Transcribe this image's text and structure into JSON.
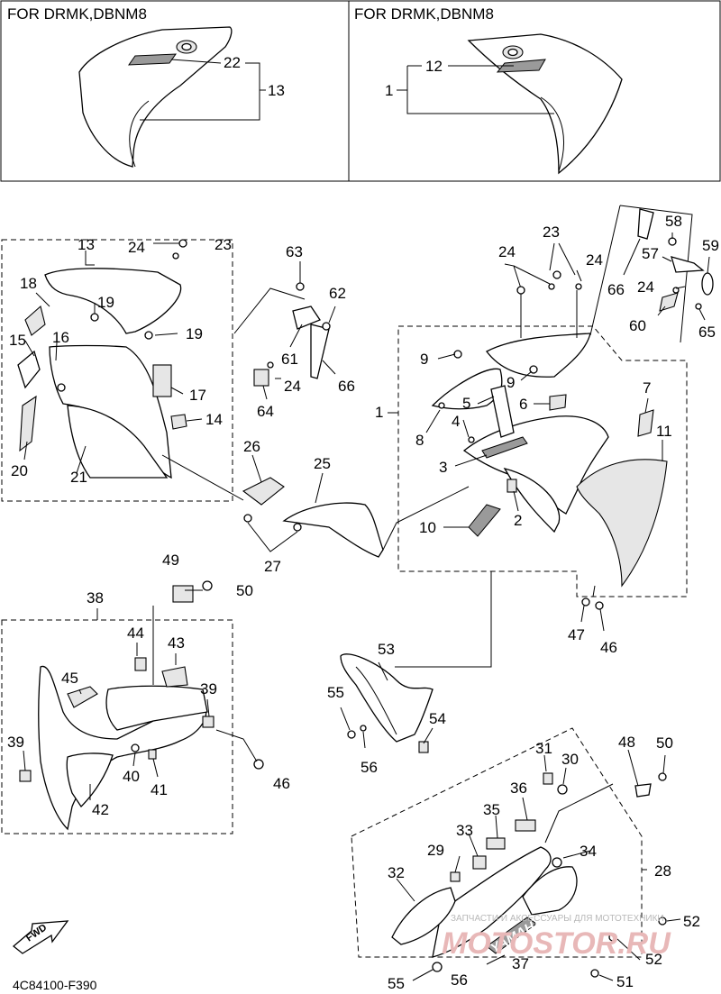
{
  "header": {
    "left_title": "FOR DRMK,DBNM8",
    "right_title": "FOR DRMK,DBNM8"
  },
  "footer": {
    "diagram_code": "4C84100-F390",
    "fwd_label": "FWD"
  },
  "watermark": {
    "small_text": "ЗАПЧАСТИ И АКСЕССУАРЫ ДЛЯ МОТОТЕХНИКИ",
    "logo_text": "MOTOSTOR.RU"
  },
  "brand_decal": "YAMAHA",
  "callouts": [
    {
      "id": "c22",
      "label": "22"
    },
    {
      "id": "c13a",
      "label": "13"
    },
    {
      "id": "c12",
      "label": "12"
    },
    {
      "id": "c1a",
      "label": "1"
    },
    {
      "id": "c13b",
      "label": "13"
    },
    {
      "id": "c24a",
      "label": "24"
    },
    {
      "id": "c23a",
      "label": "23"
    },
    {
      "id": "c63",
      "label": "63"
    },
    {
      "id": "c62",
      "label": "62"
    },
    {
      "id": "c18",
      "label": "18"
    },
    {
      "id": "c19a",
      "label": "19"
    },
    {
      "id": "c19b",
      "label": "19"
    },
    {
      "id": "c15",
      "label": "15"
    },
    {
      "id": "c16",
      "label": "16"
    },
    {
      "id": "c17",
      "label": "17"
    },
    {
      "id": "c14",
      "label": "14"
    },
    {
      "id": "c20",
      "label": "20"
    },
    {
      "id": "c21",
      "label": "21"
    },
    {
      "id": "c61",
      "label": "61"
    },
    {
      "id": "c24b",
      "label": "24"
    },
    {
      "id": "c66a",
      "label": "66"
    },
    {
      "id": "c64",
      "label": "64"
    },
    {
      "id": "c26",
      "label": "26"
    },
    {
      "id": "c25",
      "label": "25"
    },
    {
      "id": "c27",
      "label": "27"
    },
    {
      "id": "c24c",
      "label": "24"
    },
    {
      "id": "c23b",
      "label": "23"
    },
    {
      "id": "c24d",
      "label": "24"
    },
    {
      "id": "c58",
      "label": "58"
    },
    {
      "id": "c59",
      "label": "59"
    },
    {
      "id": "c57",
      "label": "57"
    },
    {
      "id": "c66b",
      "label": "66"
    },
    {
      "id": "c24e",
      "label": "24"
    },
    {
      "id": "c60",
      "label": "60"
    },
    {
      "id": "c65",
      "label": "65"
    },
    {
      "id": "c9a",
      "label": "9"
    },
    {
      "id": "c9b",
      "label": "9"
    },
    {
      "id": "c5",
      "label": "5"
    },
    {
      "id": "c6",
      "label": "6"
    },
    {
      "id": "c7",
      "label": "7"
    },
    {
      "id": "c1b",
      "label": "1"
    },
    {
      "id": "c4",
      "label": "4"
    },
    {
      "id": "c11",
      "label": "11"
    },
    {
      "id": "c8",
      "label": "8"
    },
    {
      "id": "c3",
      "label": "3"
    },
    {
      "id": "c10",
      "label": "10"
    },
    {
      "id": "c2",
      "label": "2"
    },
    {
      "id": "c47",
      "label": "47"
    },
    {
      "id": "c46a",
      "label": "46"
    },
    {
      "id": "c49",
      "label": "49"
    },
    {
      "id": "c50a",
      "label": "50"
    },
    {
      "id": "c38",
      "label": "38"
    },
    {
      "id": "c44",
      "label": "44"
    },
    {
      "id": "c43",
      "label": "43"
    },
    {
      "id": "c45",
      "label": "45"
    },
    {
      "id": "c39a",
      "label": "39"
    },
    {
      "id": "c39b",
      "label": "39"
    },
    {
      "id": "c40",
      "label": "40"
    },
    {
      "id": "c41",
      "label": "41"
    },
    {
      "id": "c42",
      "label": "42"
    },
    {
      "id": "c46b",
      "label": "46"
    },
    {
      "id": "c53",
      "label": "53"
    },
    {
      "id": "c55a",
      "label": "55"
    },
    {
      "id": "c54",
      "label": "54"
    },
    {
      "id": "c56a",
      "label": "56"
    },
    {
      "id": "c31",
      "label": "31"
    },
    {
      "id": "c30",
      "label": "30"
    },
    {
      "id": "c48",
      "label": "48"
    },
    {
      "id": "c50b",
      "label": "50"
    },
    {
      "id": "c36",
      "label": "36"
    },
    {
      "id": "c35",
      "label": "35"
    },
    {
      "id": "c33",
      "label": "33"
    },
    {
      "id": "c29",
      "label": "29"
    },
    {
      "id": "c34",
      "label": "34"
    },
    {
      "id": "c28",
      "label": "28"
    },
    {
      "id": "c32",
      "label": "32"
    },
    {
      "id": "c52a",
      "label": "52"
    },
    {
      "id": "c52b",
      "label": "52"
    },
    {
      "id": "c37",
      "label": "37"
    },
    {
      "id": "c51",
      "label": "51"
    },
    {
      "id": "c55b",
      "label": "55"
    },
    {
      "id": "c56b",
      "label": "56"
    }
  ]
}
